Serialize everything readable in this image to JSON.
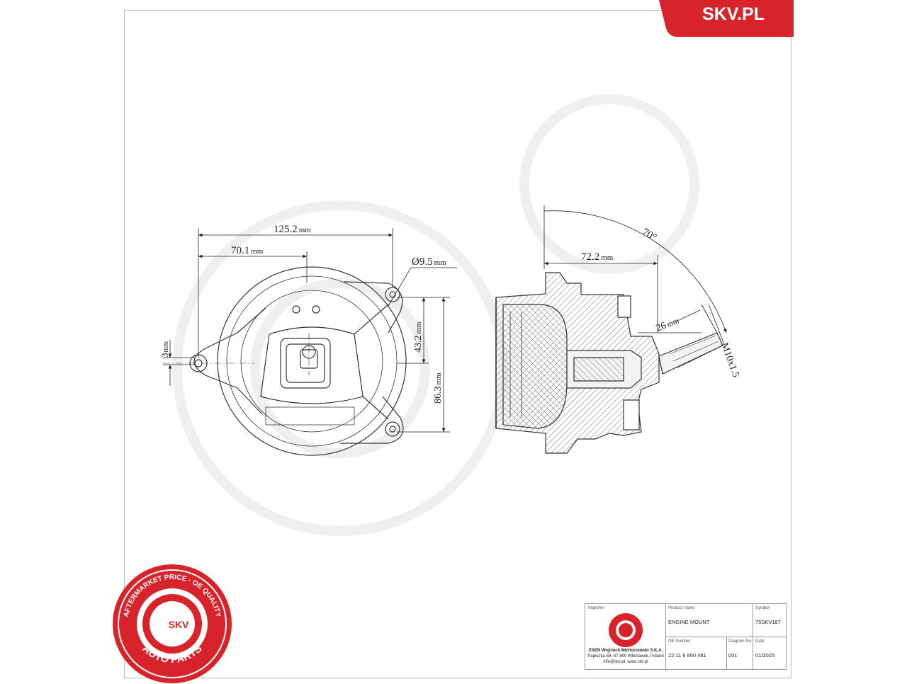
{
  "brand": {
    "site": "SKV.PL",
    "color": "#d8232a"
  },
  "dimensions": {
    "width_total": "125.2",
    "width_partial": "70.1",
    "hole_diameter": "Ø9.5",
    "offset_vertical": "3",
    "height_inner": "43.2",
    "height_total": "86.3",
    "depth": "72.2",
    "stud_length": "26",
    "thread": "M10x1.5",
    "angle": "70°",
    "unit": "mm"
  },
  "seal": {
    "ring_text_top": "AFTERMARKET PRICE · OE QUALITY",
    "ring_text_bottom": "AUTO PARTS",
    "center": "SKV",
    "color": "#d8232a"
  },
  "title_block": {
    "importer_label": "Importer",
    "importer_name": "ESEN Wojciech Michorzewski S.K.A.",
    "importer_address": "Papiezka 69, 87-800 Wloclawek, Poland",
    "importer_contact": "info@skv.pl, www.skv.pl",
    "product_label": "Product name",
    "product_value": "ENGINE MOUNT",
    "symbol_label": "Symbol",
    "symbol_value": "75SKV187",
    "oe_label": "OE Number",
    "oe_value": "22 11 6 850 481",
    "diagram_label": "Diagram No.",
    "diagram_value": "001",
    "date_label": "Date",
    "date_value": "01/2025"
  }
}
